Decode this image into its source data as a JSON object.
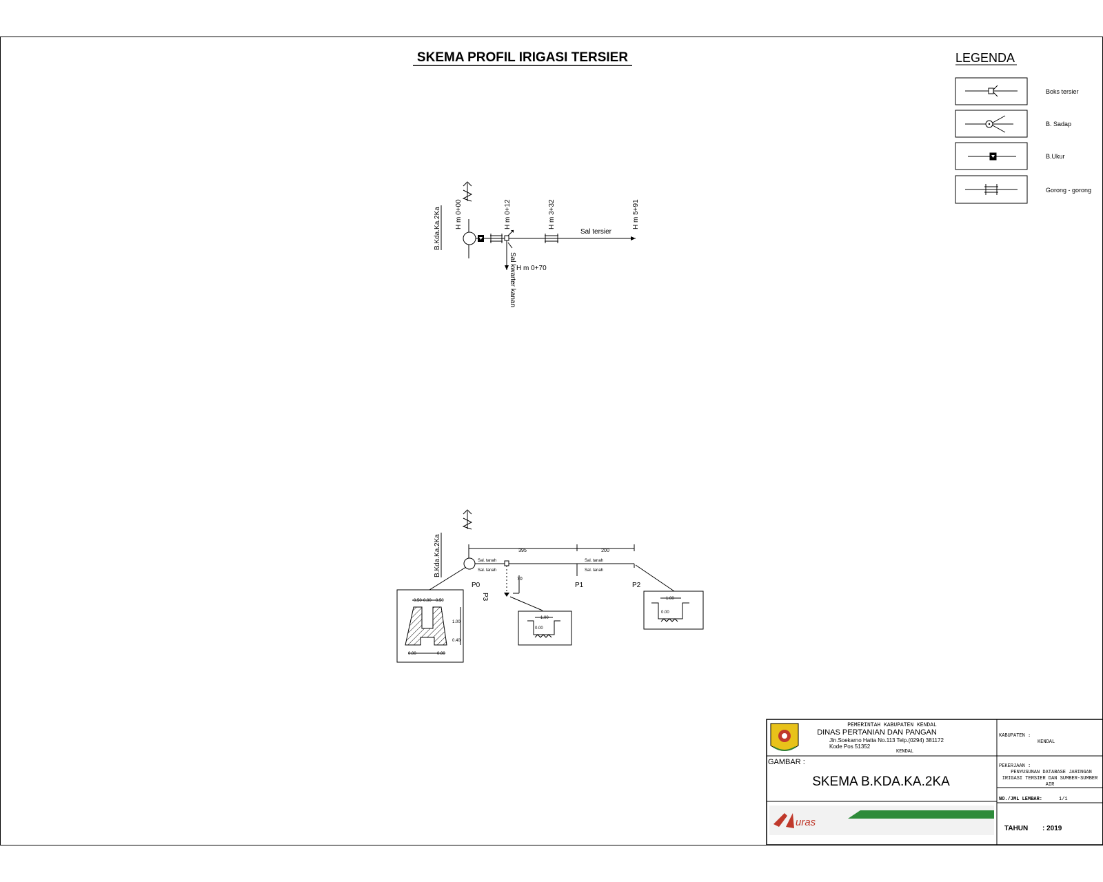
{
  "title": "SKEMA PROFIL IRIGASI TERSIER",
  "legend": {
    "heading": "LEGENDA",
    "items": [
      {
        "label": "Boks tersier",
        "icon": "box-tersier-symbol-icon"
      },
      {
        "label": "B. Sadap",
        "icon": "sadap-symbol-icon"
      },
      {
        "label": "B.Ukur",
        "icon": "ukur-symbol-icon"
      },
      {
        "label": "Gorong - gorong",
        "icon": "culvert-symbol-icon"
      }
    ]
  },
  "schema": {
    "source": "B.Kda.Ka.2Ka",
    "stations": [
      "H m 0+00",
      "H m 0+12",
      "H m 3+32",
      "H m 5+91"
    ],
    "branch_station": "H m 0+70",
    "channel_label": "Sal tersier",
    "branch_label": "Sal kwarter kanan"
  },
  "profile": {
    "source": "B.Kda.Ka.2Ka",
    "dim_1": "395",
    "dim_2": "200",
    "dim_branch": "70",
    "points": [
      "P0",
      "P1",
      "P2",
      "P3"
    ],
    "channel_text_1": "Sal. tanah",
    "channel_text_2": "Sal. tanah",
    "box_dims": {
      "top_a": "0.50",
      "top_b": "0.00",
      "top_c": "0.50",
      "height": "1.00",
      "bottom": "0.40",
      "base_a": "0.00",
      "base_b": "0.00"
    },
    "section_dims": {
      "width": "1.00",
      "depth": "0.00"
    }
  },
  "title_block": {
    "gov": "PEMERINTAH KABUPATEN KENDAL",
    "dept": "DINAS PERTANIAN DAN PANGAN",
    "address": "Jln.Soekarno Hatta No.113 Telp.(0294) 381172",
    "postcode": "Kode Pos  51352",
    "city": "KENDAL",
    "kabupaten_label": "KABUPATEN :",
    "kabupaten_value": "KENDAL",
    "gambar_label": "GAMBAR :",
    "gambar_value": "SKEMA B.KDA.KA.2KA",
    "pekerjaan_label": "PEKERJAAN :",
    "pekerjaan_line1": "PENYUSUNAN DATABASE JARINGAN",
    "pekerjaan_line2": "IRIGASI TERSIER DAN SUMBER-SUMBER",
    "pekerjaan_line3": "AIR",
    "lembar_label": "NO./JML LEMBAR:",
    "lembar_value": "1/1",
    "tahun_label": "TAHUN",
    "tahun_value": ": 2019",
    "consultant": "uras",
    "accent_color": "#2e8b3a"
  }
}
